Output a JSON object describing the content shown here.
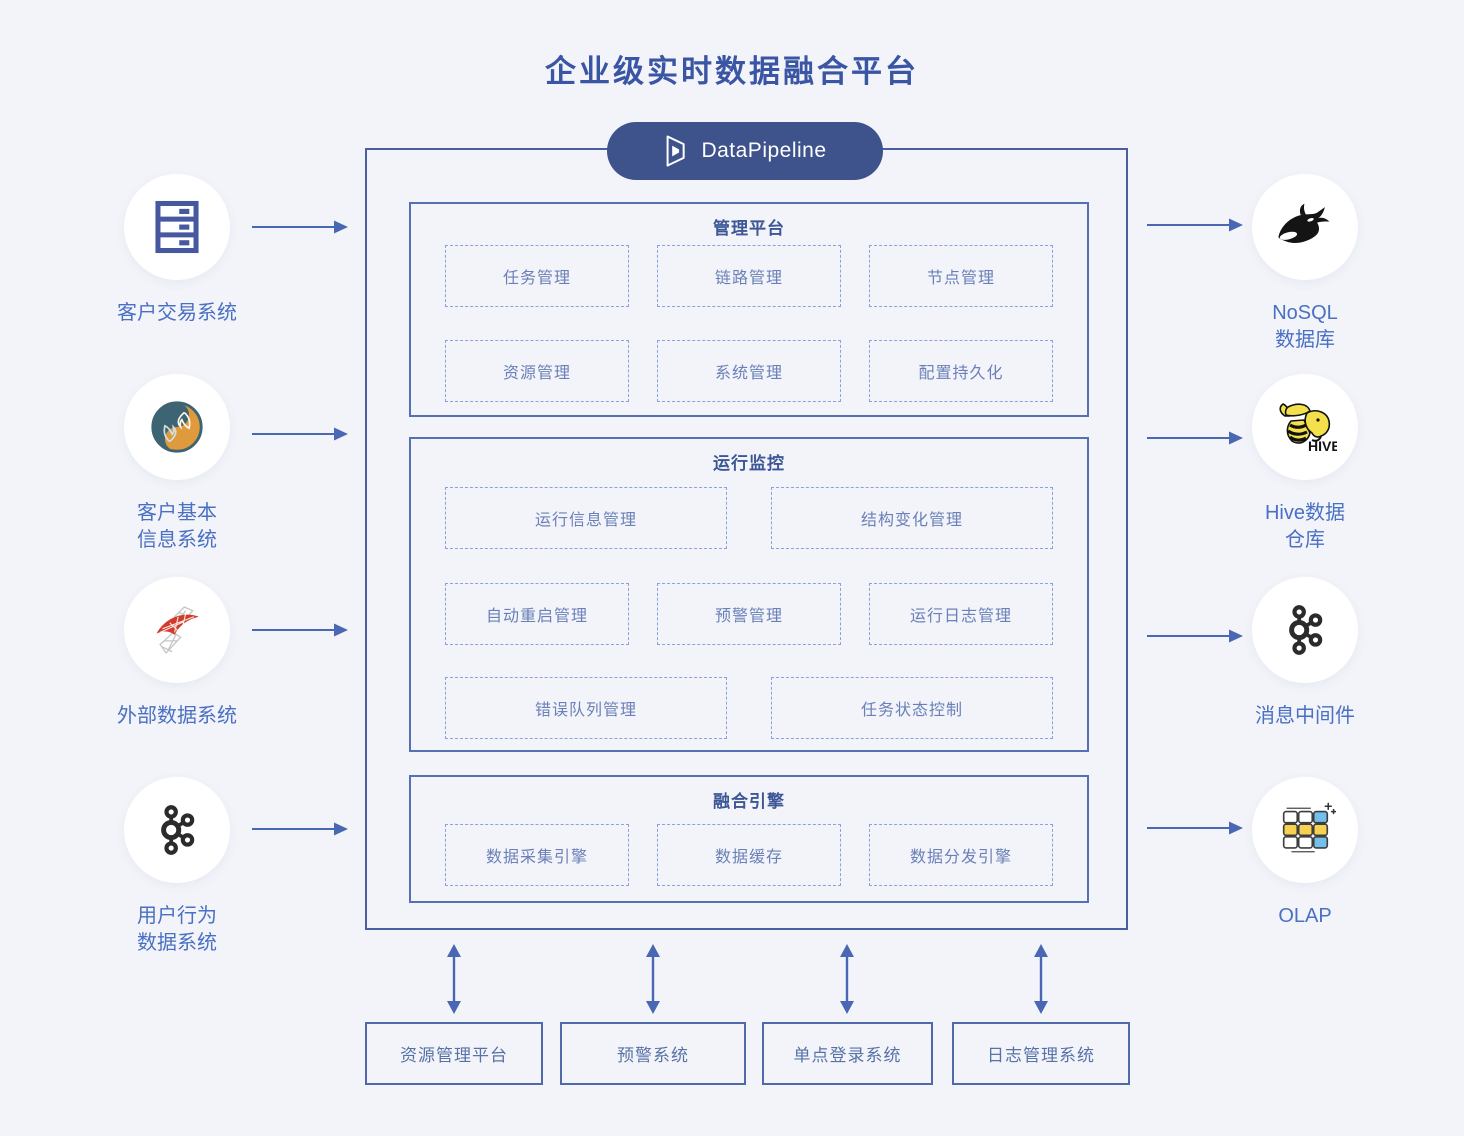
{
  "title": "企业级实时数据融合平台",
  "brand": {
    "name": "DataPipeline",
    "logo_icon": "datapipeline-logo-icon"
  },
  "left_systems": [
    {
      "icon": "server-icon",
      "lines": [
        "客户交易系统"
      ]
    },
    {
      "icon": "mysql-dolphin-icon",
      "lines": [
        "客户基本",
        "信息系统"
      ]
    },
    {
      "icon": "sqlserver-icon",
      "lines": [
        "外部数据系统"
      ]
    },
    {
      "icon": "kafka-icon",
      "lines": [
        "用户行为",
        "数据系统"
      ]
    }
  ],
  "right_systems": [
    {
      "icon": "orca-whale-icon",
      "lines": [
        "NoSQL",
        "数据库"
      ]
    },
    {
      "icon": "hive-icon",
      "lines": [
        "Hive数据",
        "仓库"
      ]
    },
    {
      "icon": "kafka-icon",
      "lines": [
        "消息中间件"
      ]
    },
    {
      "icon": "olap-grid-icon",
      "lines": [
        "OLAP"
      ]
    }
  ],
  "platform": {
    "sections": [
      {
        "title": "管理平台",
        "rows": [
          [
            "任务管理",
            "链路管理",
            "节点管理"
          ],
          [
            "资源管理",
            "系统管理",
            "配置持久化"
          ]
        ]
      },
      {
        "title": "运行监控",
        "rows": [
          [
            "运行信息管理",
            "结构变化管理"
          ],
          [
            "自动重启管理",
            "预警管理",
            "运行日志管理"
          ],
          [
            "错误队列管理",
            "任务状态控制"
          ]
        ]
      },
      {
        "title": "融合引擎",
        "rows": [
          [
            "数据采集引擎",
            "数据缓存",
            "数据分发引擎"
          ]
        ]
      }
    ]
  },
  "bottom_systems": [
    "资源管理平台",
    "预警系统",
    "单点登录系统",
    "日志管理系统"
  ],
  "colors": {
    "background": "#F2F4F9",
    "arrow_blue": "#4A67B3",
    "badge_bg": "#3E538C",
    "title_text": "#3A55A4",
    "section_border": "#5671B2",
    "dashed_border": "#8CA0DC",
    "dashed_text": "#6B80B8",
    "caption_text": "#4A70C4"
  }
}
